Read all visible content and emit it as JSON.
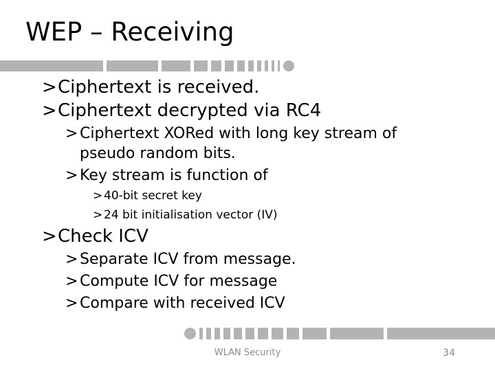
{
  "slide": {
    "title": "WEP – Receiving",
    "bullet_char": ">",
    "bullets": [
      {
        "level": 1,
        "text": "Ciphertext is received."
      },
      {
        "level": 1,
        "text": "Ciphertext decrypted via RC4"
      },
      {
        "level": 2,
        "text": "Ciphertext XORed with long key stream of pseudo random bits."
      },
      {
        "level": 2,
        "text": "Key stream is function of"
      },
      {
        "level": 3,
        "text": "40-bit secret key"
      },
      {
        "level": 3,
        "text": "24 bit initialisation vector (IV)"
      },
      {
        "level": 1,
        "text": "Check ICV"
      },
      {
        "level": 2,
        "text": "Separate ICV from message."
      },
      {
        "level": 2,
        "text": "Compute ICV for message"
      },
      {
        "level": 2,
        "text": "Compare with received ICV"
      }
    ],
    "footer": {
      "text": "WLAN Security",
      "page_number": "34"
    },
    "colors": {
      "background": "#ffffff",
      "bar": "#b3b3b3",
      "title_text": "#000000",
      "body_text": "#000000",
      "footer_text": "#8a8a8a"
    },
    "decor": {
      "top_bar_segment_widths": [
        150,
        75,
        42,
        20,
        15,
        13,
        11,
        8,
        6,
        5,
        4,
        3
      ],
      "top_bar_end_shape": "circle",
      "bottom_bar_segment_widths": [
        5,
        7,
        8,
        10,
        12,
        13,
        15,
        17,
        18,
        35,
        78,
        150
      ],
      "bottom_bar_start_shape": "circle"
    }
  }
}
